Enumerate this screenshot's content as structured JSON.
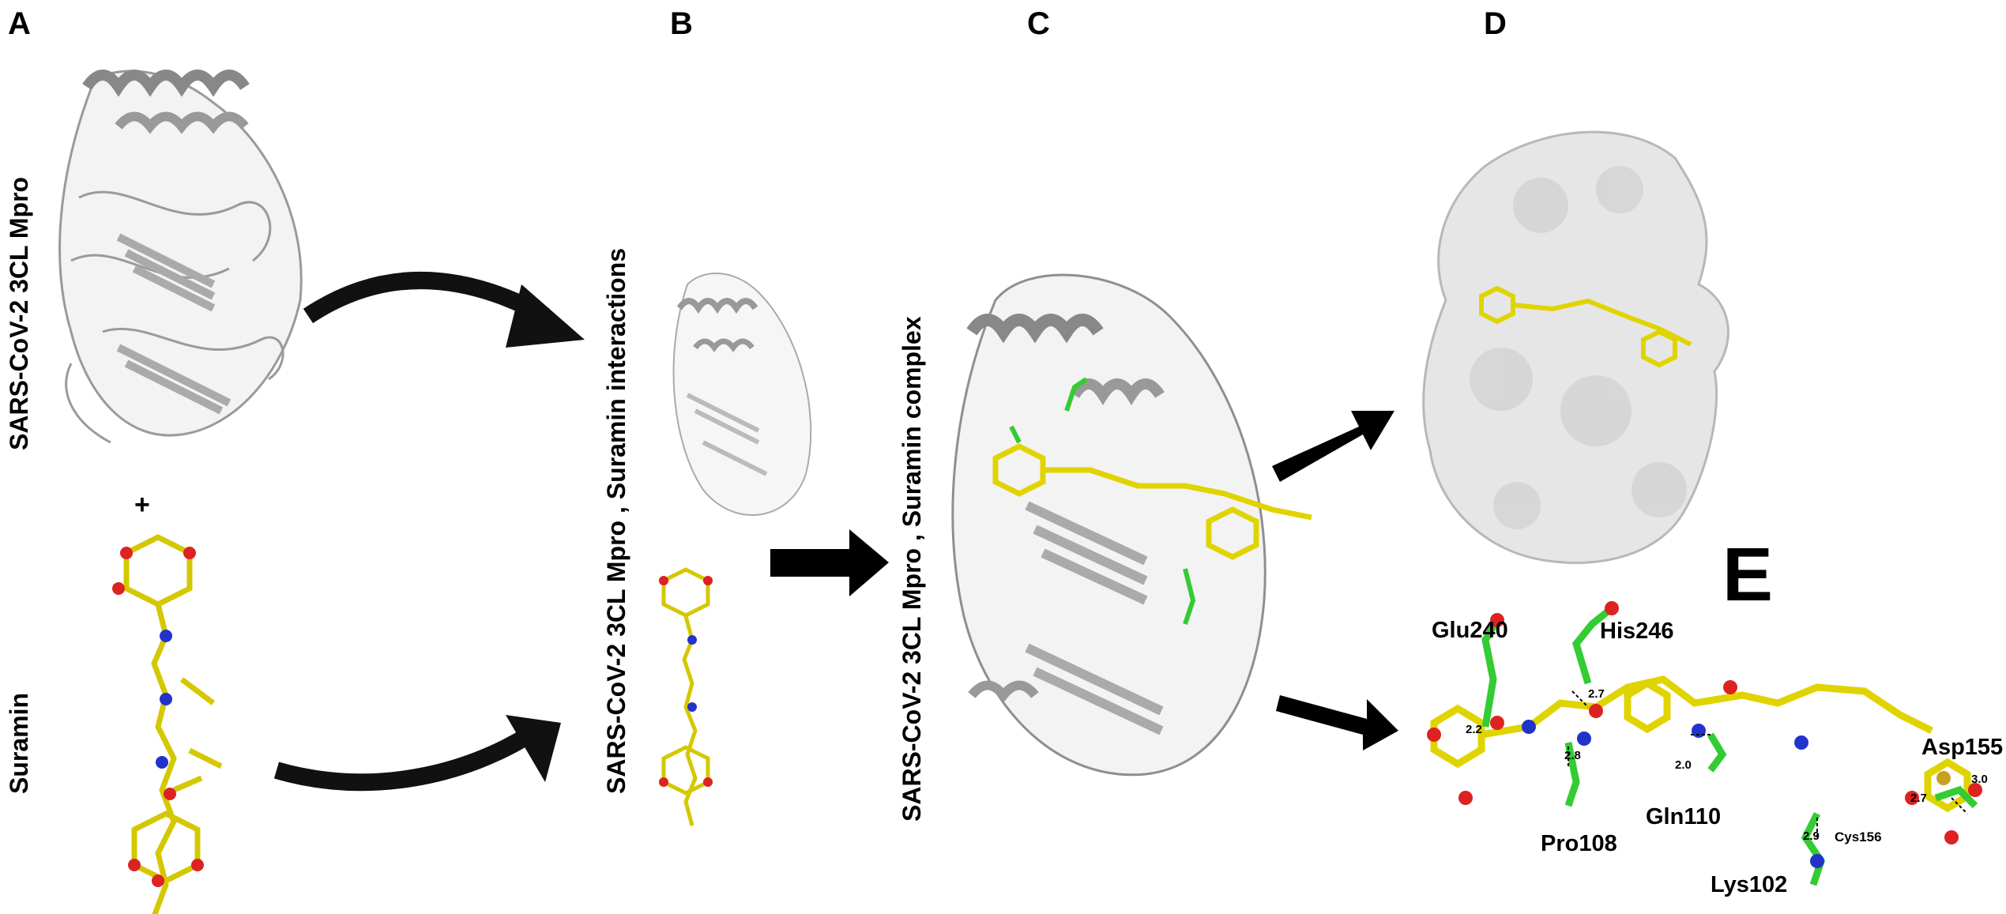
{
  "panels": {
    "a": "A",
    "b": "B",
    "c": "C",
    "d": "D",
    "e": "E"
  },
  "rotated_labels": {
    "mpro": "SARS-CoV-2 3CL Mpro",
    "suramin": "Suramin",
    "interactions": "SARS-CoV-2 3CL Mpro , Suramin interactions",
    "complex": "SARS-CoV-2 3CL Mpro , Suramin complex"
  },
  "plus": "+",
  "residues": {
    "glu240": "Glu240",
    "his246": "His246",
    "pro108": "Pro108",
    "gln110": "Gln110",
    "asp155": "Asp155",
    "cys156": "Cys156",
    "lys102": "Lys102"
  },
  "distances": {
    "d1": "2.2",
    "d2": "2.7",
    "d3": "2.8",
    "d4": "2.0",
    "d5": "3.0",
    "d6": "2.7",
    "d7": "2.9"
  },
  "colors": {
    "protein": "#d9d9d9",
    "protein_edge": "#8c8c8c",
    "ligand": "#e8e000",
    "nitrogen": "#2233cc",
    "oxygen": "#dd2222",
    "sulfur": "#c8a020",
    "residue": "#33cc33"
  }
}
